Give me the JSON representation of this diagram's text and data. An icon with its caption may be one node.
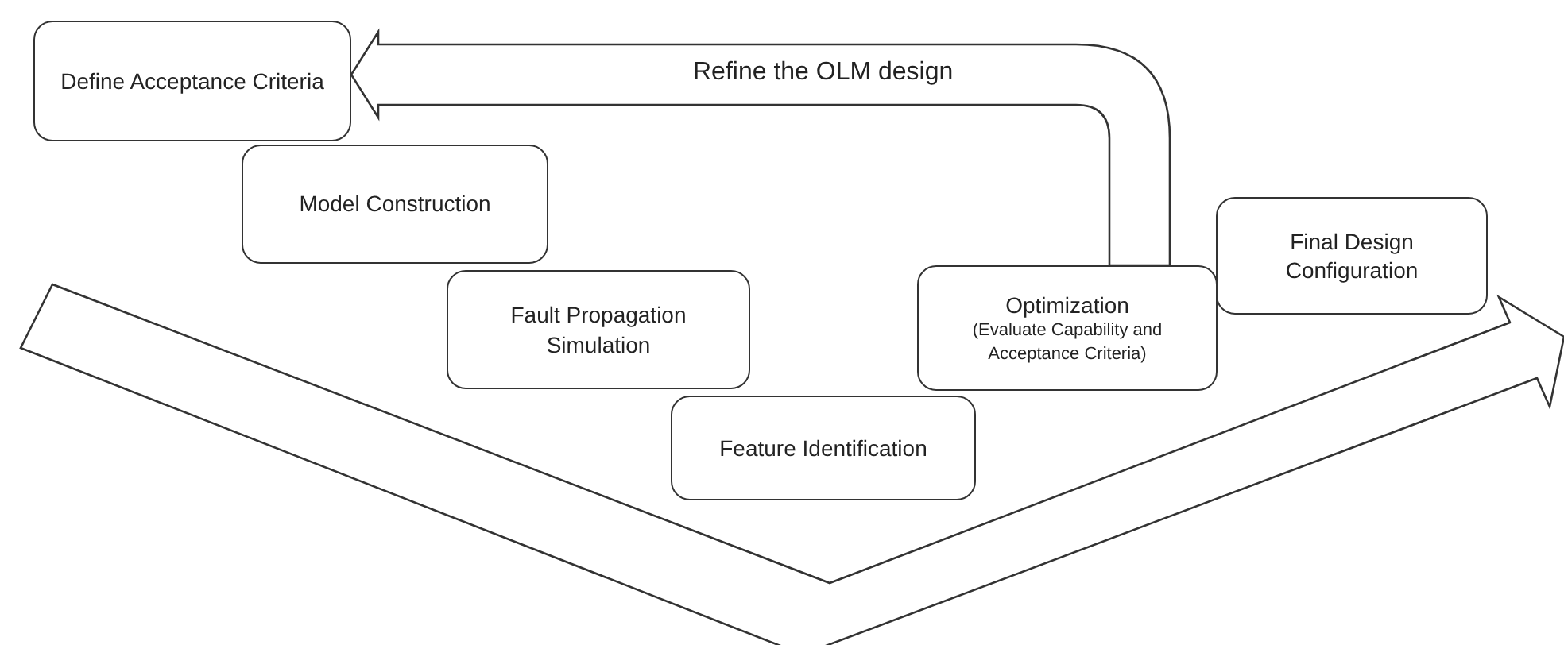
{
  "diagram": {
    "nodes": [
      {
        "text": [
          "Define Acceptance Criteria"
        ]
      },
      {
        "text": [
          "Model Construction"
        ]
      },
      {
        "text": [
          "Fault Propagation Simulation"
        ]
      },
      {
        "text": [
          "Feature Identification"
        ]
      },
      {
        "text": [
          "Optimization",
          "(Evaluate Capability and Acceptance Criteria)"
        ]
      },
      {
        "text": [
          "Final Design Configuration"
        ]
      }
    ],
    "edges": [
      {
        "from": 4,
        "to": 0,
        "arrow": "to",
        "label": "Refine the OLM design",
        "style": "thick"
      }
    ]
  }
}
